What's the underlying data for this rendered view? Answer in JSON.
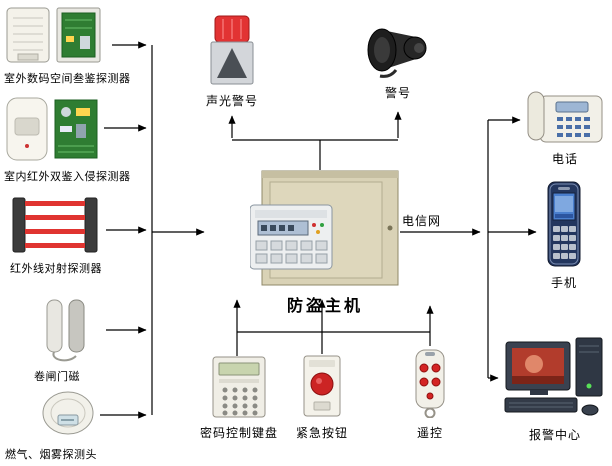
{
  "diagram": {
    "title": "防盗主机",
    "network_label": "电信网",
    "left_devices": [
      {
        "label": "室外数码空间叁鉴探测器"
      },
      {
        "label": "室内红外双鉴入侵探测器"
      },
      {
        "label": "红外线对射探测器"
      },
      {
        "label": "卷闸门磁"
      },
      {
        "label": "燃气、烟雾探测头"
      }
    ],
    "top_devices": [
      {
        "label": "声光警号"
      },
      {
        "label": "警号"
      }
    ],
    "right_devices": [
      {
        "label": "电话"
      },
      {
        "label": "手机"
      },
      {
        "label": "报警中心"
      }
    ],
    "bottom_devices": [
      {
        "label": "密码控制键盘"
      },
      {
        "label": "紧急按钮"
      },
      {
        "label": "遥控"
      }
    ],
    "colors": {
      "connector": "#000000",
      "alarm_red": "#cc2424",
      "pcb_green": "#2f7d32",
      "host_beige": "#d9d2b6"
    }
  }
}
